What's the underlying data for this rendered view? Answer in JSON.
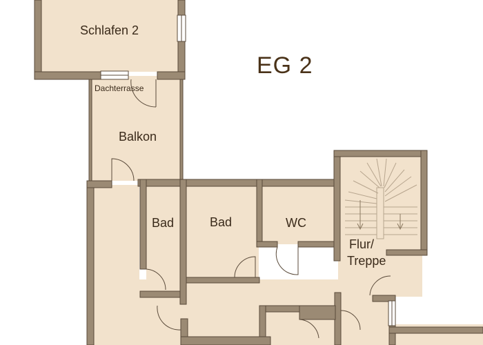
{
  "plan": {
    "title": "EG 2",
    "rooms": {
      "schlafen": "Schlafen 2",
      "dachterrasse": "Dachterrasse",
      "balkon": "Balkon",
      "bad_small": "Bad",
      "bad_large": "Bad",
      "wc": "WC",
      "flur_line1": "Flur/",
      "flur_line2": "Treppe"
    },
    "colors": {
      "wall": "#9b8a74",
      "wall_edge": "#5a4a3a",
      "floor": "#f2e2cc",
      "balcony": "#f4e6d2",
      "text": "#3a2a1a"
    }
  }
}
